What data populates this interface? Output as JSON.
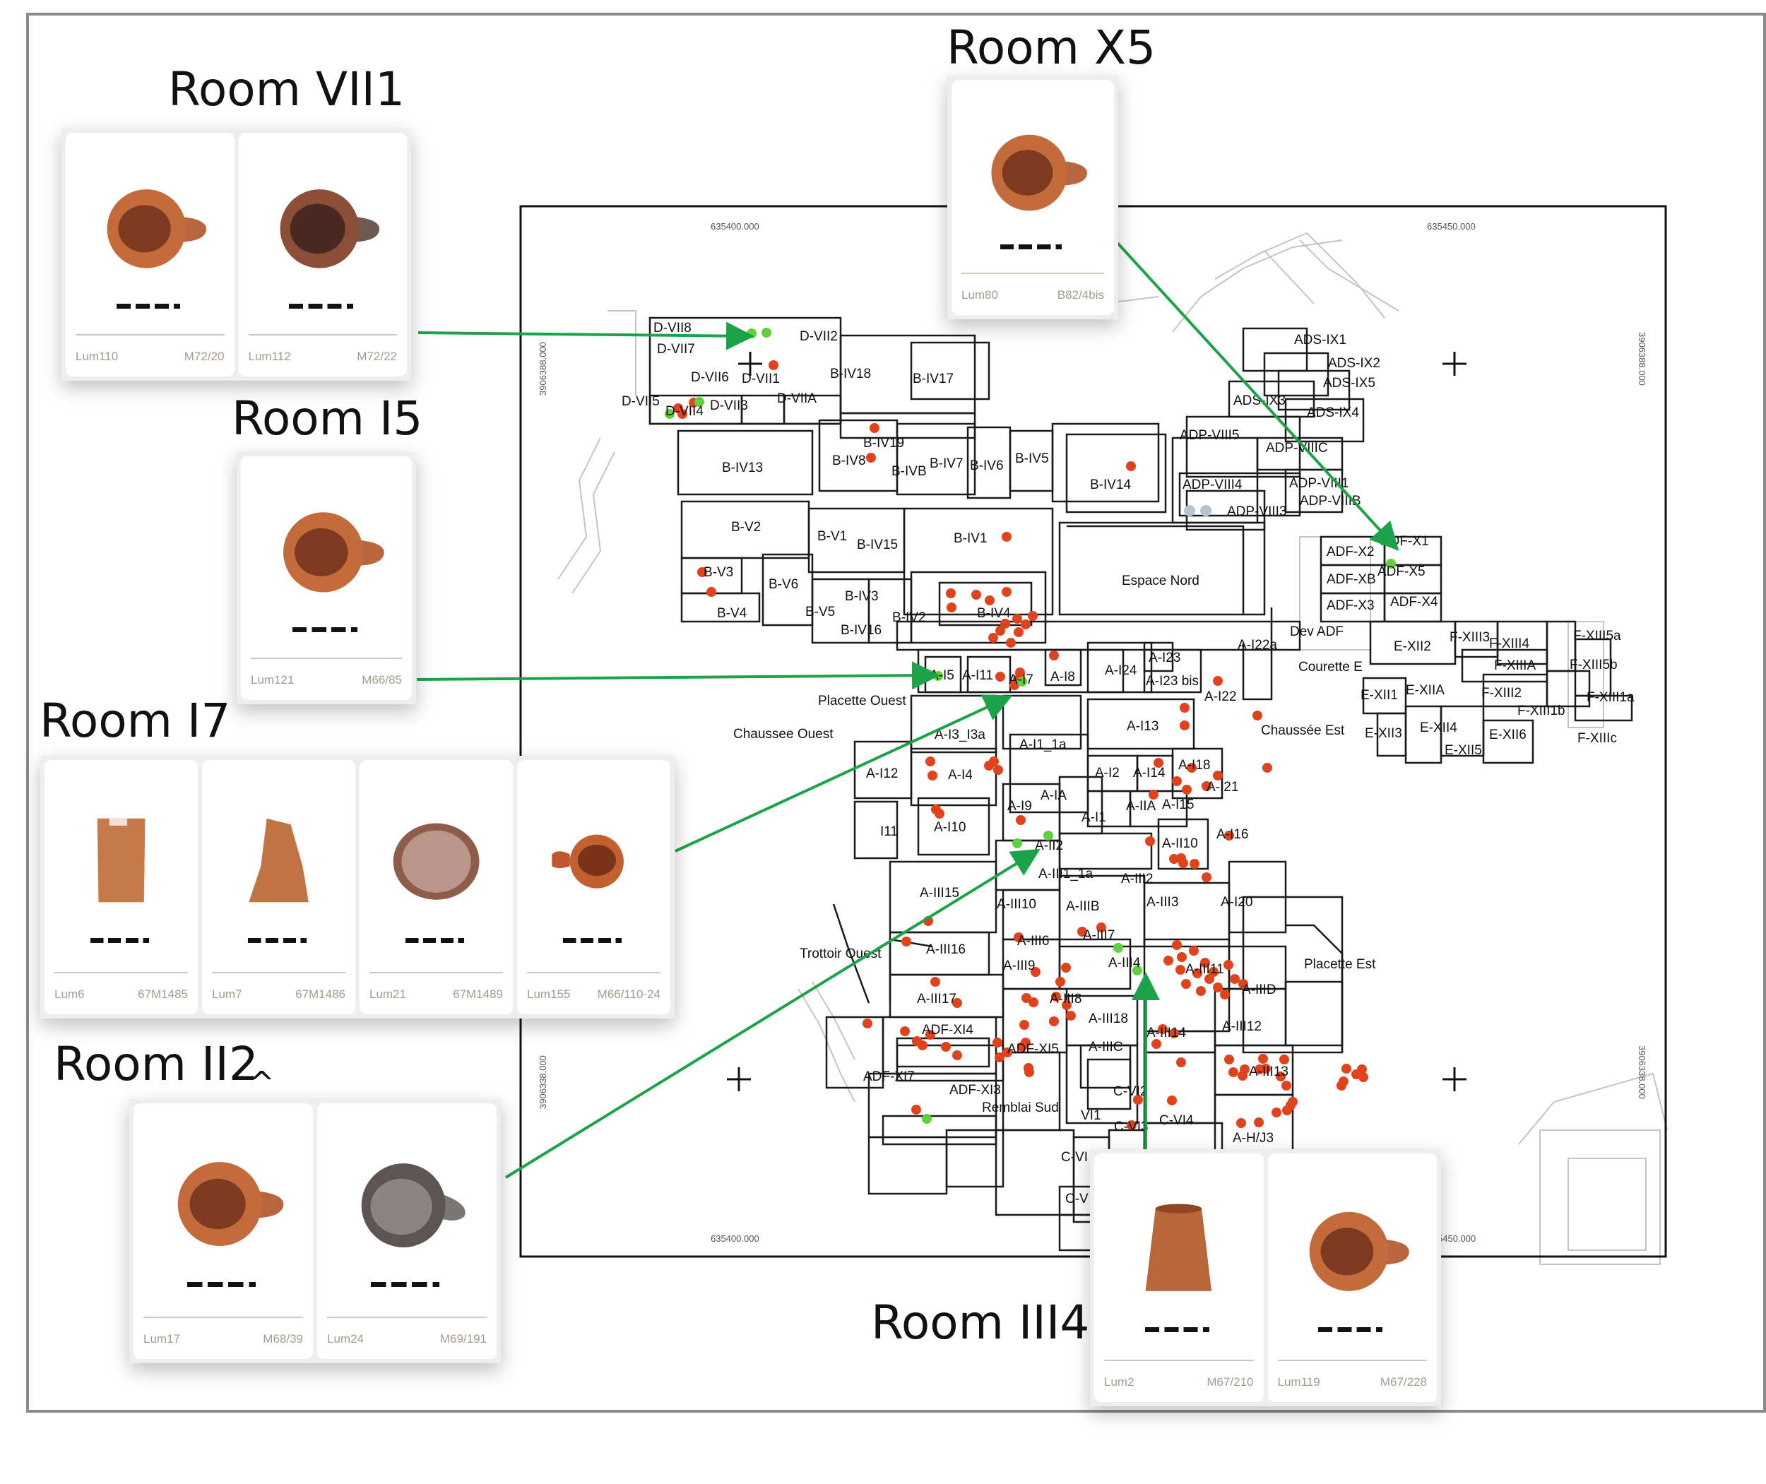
{
  "titles": {
    "vii1": "Room VII1",
    "x5": "Room X5",
    "i5": "Room I5",
    "i7": "Room I7",
    "ii2": "Room II2",
    "ii2_mark": "^",
    "iii4": "Room III4"
  },
  "panels": {
    "vii1": [
      {
        "lum": "Lum110",
        "ref": "M72/20"
      },
      {
        "lum": "Lum112",
        "ref": "M72/22"
      }
    ],
    "x5": [
      {
        "lum": "Lum80",
        "ref": "B82/4bis"
      }
    ],
    "i5": [
      {
        "lum": "Lum121",
        "ref": "M66/85"
      }
    ],
    "i7": [
      {
        "lum": "Lum6",
        "ref": "67M1485"
      },
      {
        "lum": "Lum7",
        "ref": "67M1486"
      },
      {
        "lum": "Lum21",
        "ref": "67M1489"
      },
      {
        "lum": "Lum155",
        "ref": "M66/110-24"
      }
    ],
    "ii2": [
      {
        "lum": "Lum17",
        "ref": "M68/39"
      },
      {
        "lum": "Lum24",
        "ref": "M69/191"
      }
    ],
    "iii4": [
      {
        "lum": "Lum2",
        "ref": "M67/210"
      },
      {
        "lum": "Lum119",
        "ref": "M67/228"
      }
    ]
  },
  "map": {
    "coords": {
      "e1": "635400.000",
      "e2": "635450.000",
      "n1": "3906388.000",
      "n2": "3906338.000",
      "e2_partial": "5450.000"
    },
    "labels": [
      "D-VII8",
      "D-VII7",
      "D-VII2",
      "D-VII1",
      "D-VII6",
      "D-VIIA",
      "D-VII5",
      "D-VII4",
      "D-VII3",
      "B-IV18",
      "B-IV17",
      "B-IV19",
      "B-IV13",
      "B-IV8",
      "B-IVB",
      "B-IV7",
      "B-IV6",
      "B-IV5",
      "B-IV14",
      "B-V2",
      "B-V1",
      "B-IV15",
      "B-IV1",
      "B-V3",
      "B-V6",
      "B-IV3",
      "B-V4",
      "B-V5",
      "B-IV16",
      "B-IV2",
      "B-IV4",
      "ADS-IX1",
      "ADS-IX2",
      "ADS-IX5",
      "ADS-IX3",
      "ADS-IX4",
      "ADP-VIII5",
      "ADP-VIIIC",
      "ADP-VIII4",
      "ADP-VIII1",
      "ADP-VIIIB",
      "ADP-VIII3",
      "ADF-X1",
      "ADF-X2",
      "ADF-X5",
      "ADF-XB",
      "ADF-X3",
      "ADF-X4",
      "Espace Nord",
      "Dev ADF",
      "A-I22a",
      "Courette E",
      "E-XII2",
      "F-XIII3",
      "F-XIII4",
      "F-XIII5a",
      "F-XIIIA",
      "F-XIII5b",
      "E-XII1",
      "E-XIIA",
      "F-XIII2",
      "F-XIII1b",
      "F-XIII1a",
      "E-XII3",
      "E-XII4",
      "E-XII5",
      "E-XII6",
      "F-XIIIc",
      "Chaussée Est",
      "A-I5",
      "A-I11",
      "A-I7",
      "A-I8",
      "A-I24",
      "A-I23",
      "A-I23 bis",
      "A-I22",
      "Placette Ouest",
      "Chaussee Ouest",
      "A-I3_I3a",
      "A-I13",
      "A-I1_1a",
      "A-I12",
      "A-I4",
      "A-I2",
      "A-I14",
      "A-I18",
      "A-I21",
      "A-I9",
      "A-IA",
      "A-I1",
      "A-IIA",
      "A-I15",
      "I11",
      "A-I10",
      "A-II10",
      "A-I16",
      "A-II2",
      "A-III1_1a",
      "A-III2",
      "A-III15",
      "A-III10",
      "A-IIIB",
      "A-III3",
      "A-I20",
      "A-III16",
      "A-III6",
      "A-III7",
      "Trottoir Ouest",
      "A-III9",
      "A-III4",
      "A-III11",
      "Placette Est",
      "A-III17",
      "A-III8",
      "A-IIID",
      "A-III18",
      "A-III14",
      "A-III12",
      "ADF-XI4",
      "ADF-XI5",
      "A-IIIC",
      "A-III13",
      "ADF-XI7",
      "ADF-XI3",
      "C-VI2",
      "Remblai Sud",
      "VI1",
      "C-VI3",
      "C-VI4",
      "A-H/J3",
      "C-VI",
      "C-V"
    ]
  },
  "colors": {
    "find_dot": "#e0431b",
    "highlight_dot": "#5fd13c",
    "arrow": "#1ca34a",
    "plan_line": "#1a1a1a",
    "context_line": "#bdbdbd"
  }
}
